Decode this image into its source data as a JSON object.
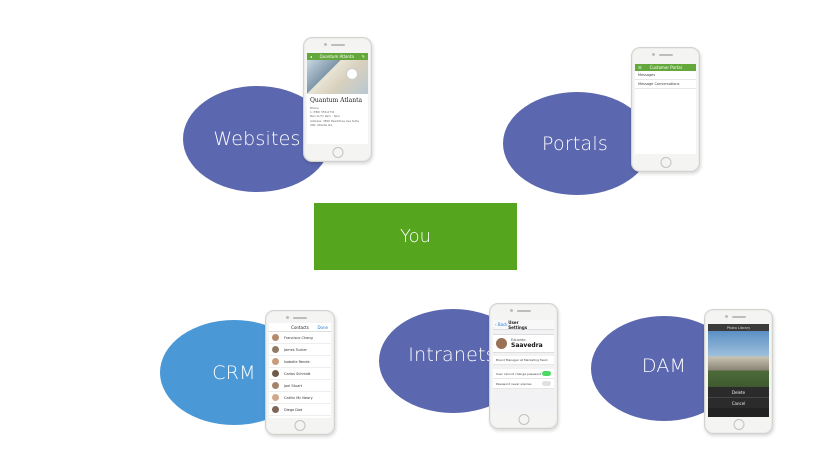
{
  "diagram": {
    "center": "You",
    "nodes": {
      "websites": "Websites",
      "portals": "Portals",
      "crm": "CRM",
      "intranets": "Intranets",
      "dam": "DAM"
    }
  },
  "colors": {
    "ellipse_purple": "#5b67ae",
    "ellipse_blue": "#4a98d6",
    "center_green": "#56a51f",
    "app_bar_green": "#64a83c"
  },
  "phones": {
    "websites": {
      "title": "Quantum Atlanta",
      "heading": "Quantum Atlanta",
      "lines": [
        "Phone",
        "1 (786) 555-0731",
        "Mon to Fri 9am - 5pm",
        "Address: 4500 Peachtree Ave Suite 400, Atlanta GA"
      ]
    },
    "portals": {
      "title": "Customer Portal",
      "items": [
        "Messages",
        "Message Conversations"
      ]
    },
    "crm": {
      "title": "Contacts",
      "action": "Done",
      "contacts": [
        "Francisco Chang",
        "James Tucker",
        "Isabelle Rende",
        "Carlos Schmidt",
        "Joel Stuart",
        "Caitlin Mc Neary",
        "Diego Dad"
      ]
    },
    "intranets": {
      "back": "Back",
      "title": "User Settings",
      "first_name": "Eduardo",
      "last_name": "Saavedra",
      "role": "Brand Manager at Marketing Team",
      "setting1": "User cannot change password",
      "setting2": "Password never expires"
    },
    "dam": {
      "title": "Photo Library",
      "delete_label": "Delete",
      "cancel_label": "Cancel"
    }
  }
}
